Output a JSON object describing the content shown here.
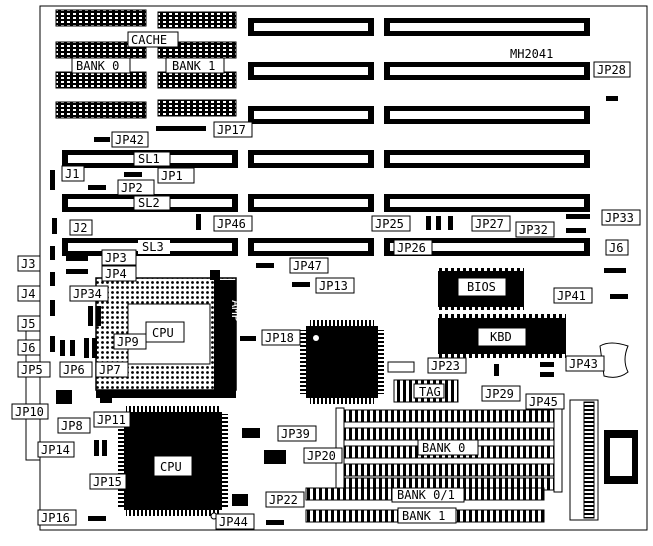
{
  "board": {
    "model": "MH2041",
    "labels": {
      "cache": "CACHE",
      "bank0_top": "BANK 0",
      "bank1_top": "BANK 1",
      "sl1": "SL1",
      "sl2": "SL2",
      "sl3": "SL3",
      "bios": "BIOS",
      "kbd": "KBD",
      "tag": "TAG",
      "amp": "AMP",
      "cpu_socket": "CPU",
      "cpu_chip": "CPU",
      "bank0_simm": "BANK 0",
      "bank01": "BANK 0/1",
      "bank1_bottom": "BANK 1"
    },
    "jumpers": {
      "jp28": "JP28",
      "jp42": "JP42",
      "jp17": "JP17",
      "j1": "J1",
      "jp1": "JP1",
      "jp2": "JP2",
      "jp46": "JP46",
      "j2": "J2",
      "jp25": "JP25",
      "jp27": "JP27",
      "jp26": "JP26",
      "jp32": "JP32",
      "jp33": "JP33",
      "j3": "J3",
      "jp3": "JP3",
      "jp4": "JP4",
      "jp47": "JP47",
      "j6r": "J6",
      "j4": "J4",
      "jp13": "JP13",
      "jp41": "JP41",
      "jp34": "JP34",
      "j5": "J5",
      "jp9": "JP9",
      "jp18": "JP18",
      "j6": "J6",
      "jp5": "JP5",
      "jp6": "JP6",
      "jp7": "JP7",
      "jp23": "JP23",
      "jp43": "JP43",
      "jp29": "JP29",
      "jp45": "JP45",
      "jp10": "JP10",
      "jp8": "JP8",
      "jp11": "JP11",
      "jp39": "JP39",
      "jp14": "JP14",
      "jp20": "JP20",
      "jp15": "JP15",
      "jp22": "JP22",
      "jp16": "JP16",
      "jp44": "JP44"
    }
  }
}
